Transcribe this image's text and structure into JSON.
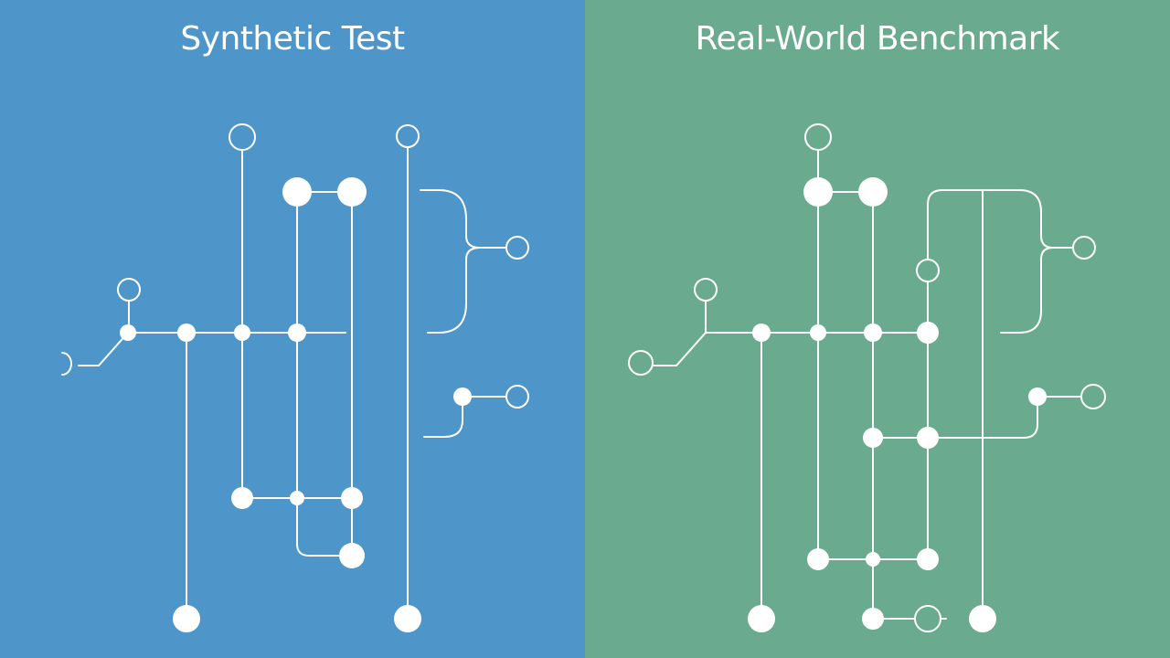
{
  "colors": {
    "left_background": "#4e95c9",
    "right_background": "#6aaa8f",
    "foreground": "#ffffff"
  },
  "panels": [
    {
      "id": "left",
      "title": "Synthetic Test"
    },
    {
      "id": "right",
      "title": "Real-World Benchmark"
    }
  ]
}
